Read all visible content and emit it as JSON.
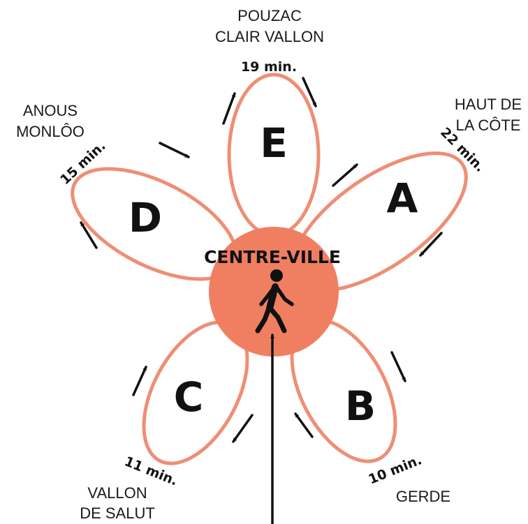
{
  "center": {
    "label": "CENTRE-VILLE",
    "icon": "pedestrian-icon"
  },
  "loops": [
    {
      "id": "A",
      "letter": "A",
      "time": "22 min.",
      "place": [
        "HAUT DE",
        "LA CÔTE"
      ]
    },
    {
      "id": "B",
      "letter": "B",
      "time": "10 min.",
      "place": [
        "GERDE"
      ]
    },
    {
      "id": "C",
      "letter": "C",
      "time": "11 min.",
      "place": [
        "VALLON",
        "DE SALUT"
      ]
    },
    {
      "id": "D",
      "letter": "D",
      "time": "15 min.",
      "place": [
        "ANOUS",
        "MONLÔO"
      ]
    },
    {
      "id": "E",
      "letter": "E",
      "time": "19 min.",
      "place": [
        "POUZAC",
        "CLAIR VALLON"
      ]
    }
  ],
  "colors": {
    "petal_stroke": "#ee8e74",
    "center_fill": "#f07f62",
    "ink": "#111111",
    "background": "#ffffff"
  }
}
